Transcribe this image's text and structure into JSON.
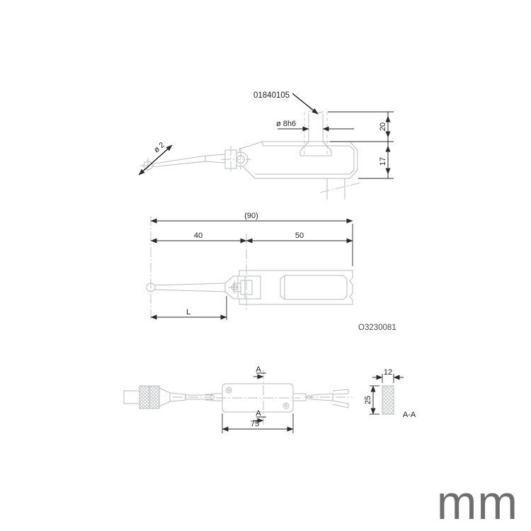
{
  "drawing": {
    "units_label": "mm",
    "reference_number": "O3230081",
    "views": {
      "top": {
        "name": "side-elevation-view",
        "callouts": {
          "part_number": "01840105",
          "stem_diameter": "ø 8h6",
          "tip_diameter": "ø 2"
        },
        "dimensions": {
          "stem_height": "20",
          "body_height": "17"
        }
      },
      "middle": {
        "name": "plan-view",
        "dimensions": {
          "overall_length": "(90)",
          "left_segment": "40",
          "right_segment": "50",
          "stylus_length": "L"
        }
      },
      "bottom": {
        "name": "cable-assembly-view",
        "dimensions": {
          "body_length": "75"
        },
        "section_marks": {
          "top": "A",
          "bottom": "A"
        }
      },
      "section": {
        "name": "section-a-a",
        "label": "A-A",
        "dimensions": {
          "width": "12",
          "height": "25"
        }
      }
    }
  },
  "colors": {
    "outline": "#b9bcbd",
    "dimension": "#2b2b2b",
    "units": "#6f6f6f"
  }
}
